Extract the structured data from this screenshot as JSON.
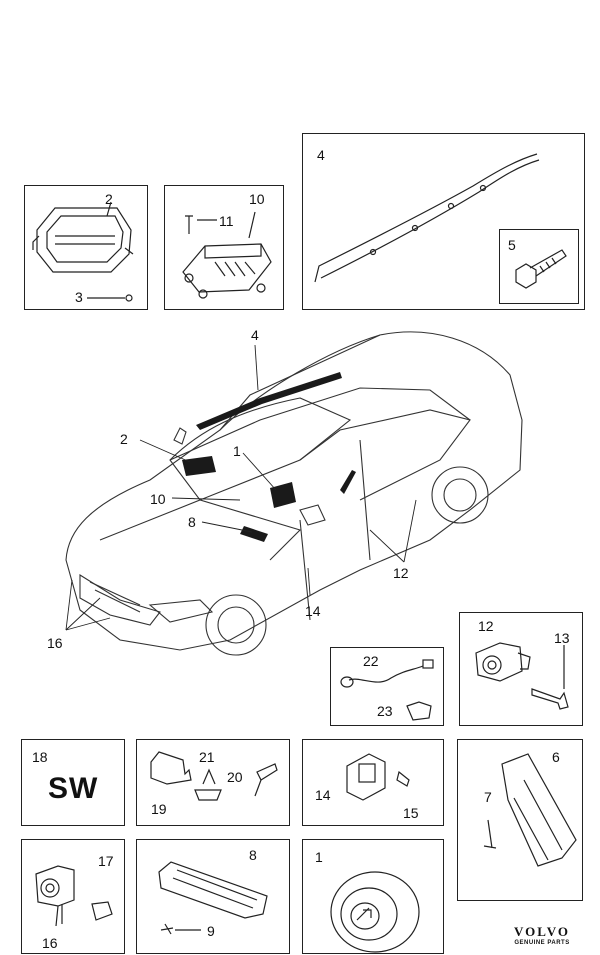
{
  "panels": {
    "p2": {
      "labels": [
        "2",
        "3"
      ]
    },
    "p10": {
      "labels": [
        "10",
        "11"
      ]
    },
    "p4": {
      "labels": [
        "4",
        "5"
      ]
    },
    "p12": {
      "labels": [
        "12",
        "13"
      ]
    },
    "p22": {
      "labels": [
        "22",
        "23"
      ]
    },
    "p18": {
      "labels": [
        "18",
        "19",
        "21",
        "20"
      ],
      "sw_text": "SW"
    },
    "p14": {
      "labels": [
        "14",
        "15"
      ]
    },
    "p6": {
      "labels": [
        "6",
        "7"
      ]
    },
    "p16": {
      "labels": [
        "16",
        "17"
      ]
    },
    "p8": {
      "labels": [
        "8",
        "9"
      ]
    },
    "p1": {
      "labels": [
        "1"
      ]
    }
  },
  "car_callouts": [
    "4",
    "2",
    "1",
    "10",
    "8",
    "12",
    "14",
    "16"
  ],
  "logo": {
    "brand": "VOLVO",
    "sub": "GENUINE PARTS"
  }
}
